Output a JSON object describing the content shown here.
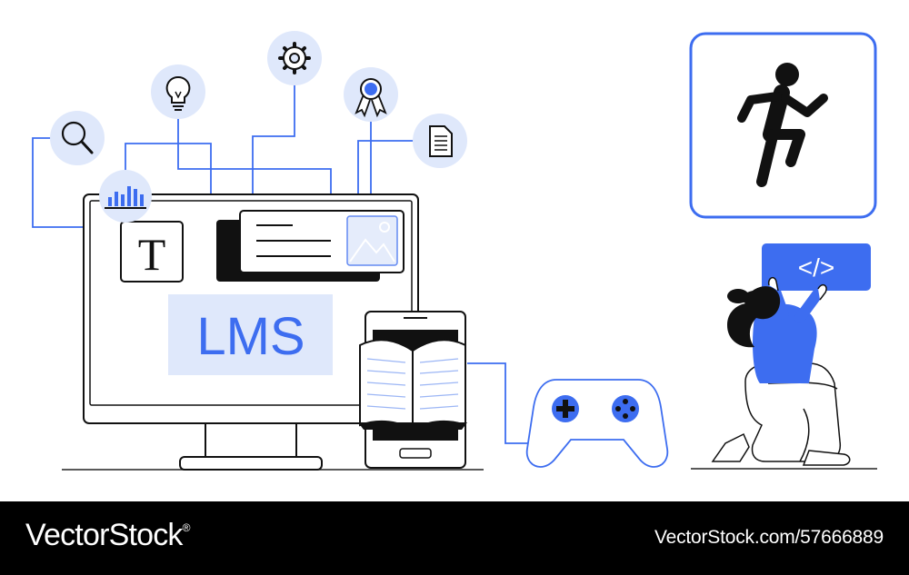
{
  "illustration": {
    "center_label": "LMS",
    "text_tile_glyph": "T",
    "code_sign_text": "</>",
    "icons": [
      "search-icon",
      "lightbulb-icon",
      "gear-icon",
      "award-ribbon-icon",
      "document-icon",
      "bar-chart-icon",
      "image-placeholder-icon",
      "open-book-icon",
      "gamepad-icon",
      "running-person-icon"
    ],
    "colors": {
      "accent": "#3d6df0",
      "accent_light": "#dfe8fb",
      "ink": "#111111"
    }
  },
  "footer": {
    "brand": "VectorStock",
    "brand_mark": "®",
    "url": "VectorStock.com/57666889"
  }
}
